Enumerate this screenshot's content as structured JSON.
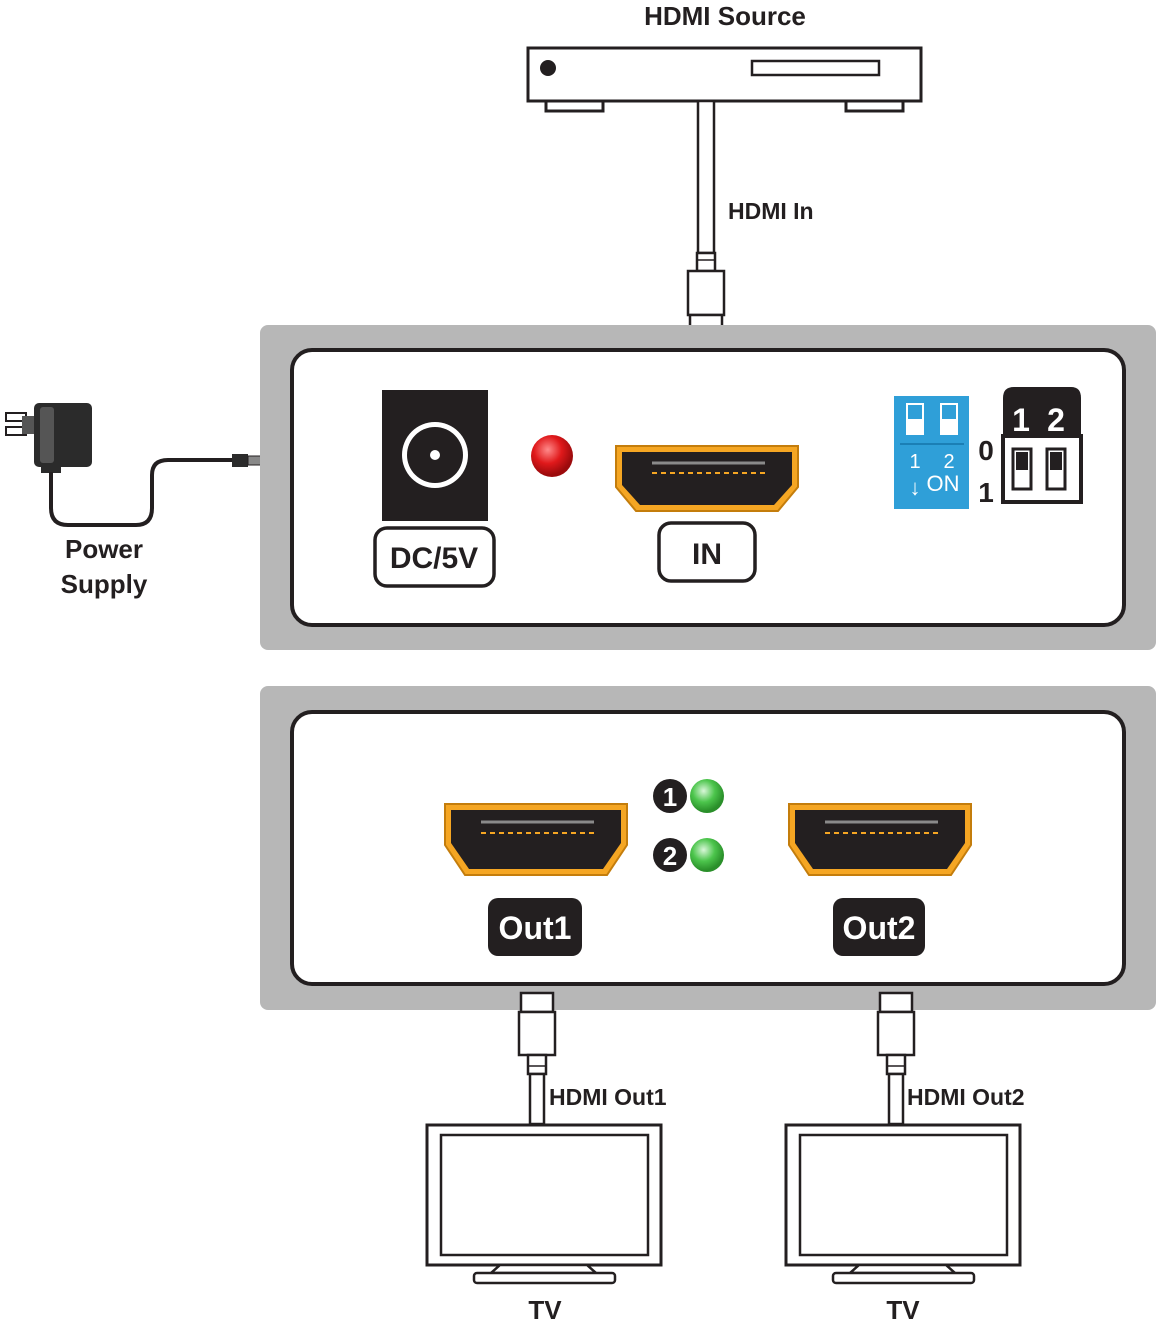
{
  "labels": {
    "hdmi_source": "HDMI Source",
    "hdmi_in": "HDMI In",
    "power_supply_line1": "Power",
    "power_supply_line2": "Supply",
    "dc_port": "DC/5V",
    "in_port": "IN",
    "out1_port": "Out1",
    "out2_port": "Out2",
    "hdmi_out1": "HDMI Out1",
    "hdmi_out2": "HDMI Out2",
    "tv1": "TV",
    "tv2": "TV"
  },
  "dip_switch": {
    "num1": "1",
    "num2": "2",
    "on_label": "ON",
    "arrow": "↓",
    "pos0": "0",
    "pos1": "1",
    "legend_num1": "1",
    "legend_num2": "2"
  },
  "leds": {
    "led1_label": "1",
    "led2_label": "2"
  },
  "colors": {
    "panel_gray": "#b7b7b7",
    "hdmi_port_outline": "#f5a623",
    "power_led": "#e0191b",
    "status_led": "#4cc54c",
    "dip_switch_blue": "#2f9fd8"
  },
  "icons": {
    "source": "settop-box-icon",
    "power": "power-adapter-icon",
    "hdmi": "hdmi-connector-icon",
    "tv": "tv-monitor-icon"
  }
}
